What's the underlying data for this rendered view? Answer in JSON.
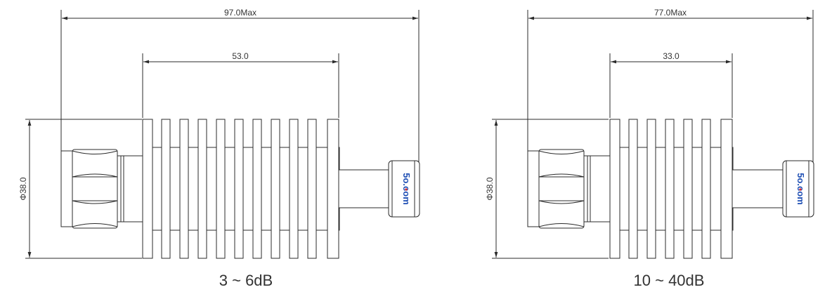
{
  "left": {
    "overall_length": "97.0Max",
    "fin_length": "53.0",
    "diameter": "Φ38.0",
    "caption": "3 ~ 6dB",
    "logo": "5o.com"
  },
  "right": {
    "overall_length": "77.0Max",
    "fin_length": "33.0",
    "diameter": "Φ38.0",
    "caption": "10 ~ 40dB",
    "logo": "5o.com"
  },
  "colors": {
    "line": "#2b2b2b",
    "logo_text": "#1f4fb4",
    "logo_dot": "#d9262b"
  }
}
